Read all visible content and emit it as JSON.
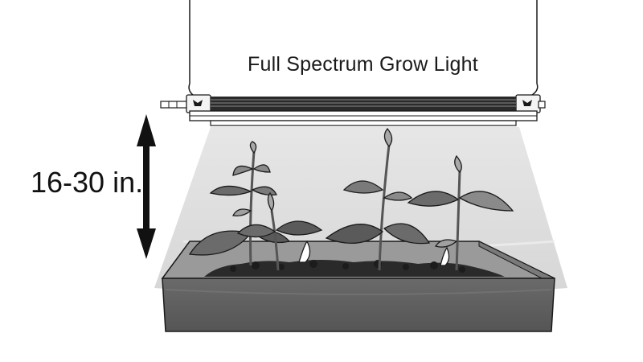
{
  "diagram": {
    "light_label": "Full Spectrum Grow Light",
    "height_label": "16-30 in."
  },
  "colors": {
    "background": "#ffffff",
    "line": "#1a1a1a",
    "light_cone": "#d7d7d7",
    "planter_front": "#5f5f5f",
    "planter_inner": "#9a9a9a",
    "soil": "#2a2a2a",
    "leaf_dark": "#6b6b6b",
    "leaf_light": "#a8a8a8"
  },
  "icons": [
    "double-arrow-icon",
    "grow-light-fixture",
    "hanging-cable",
    "plant-seedling",
    "planter-tray"
  ]
}
